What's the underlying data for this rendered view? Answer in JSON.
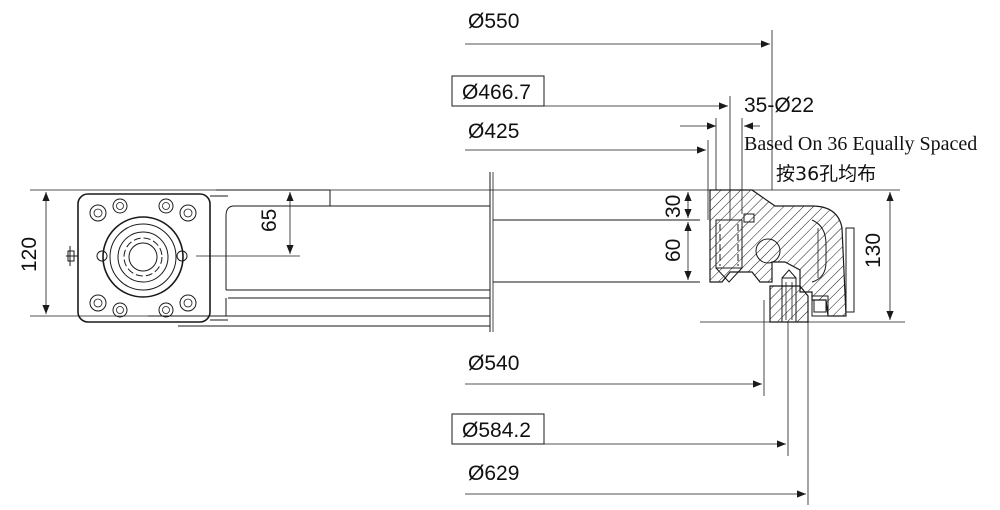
{
  "dimensions": {
    "d550": "Ø550",
    "d466": "Ø466.7",
    "d425": "Ø425",
    "d540": "Ø540",
    "d584": "Ø584.2",
    "d629": "Ø629",
    "holes": "35-Ø22",
    "h120": "120",
    "h65": "65",
    "h30": "30",
    "h60": "60",
    "h130": "130"
  },
  "notes": {
    "spacing_en": "Based On 36 Equally Spaced",
    "spacing_cn": "按36孔均布"
  }
}
